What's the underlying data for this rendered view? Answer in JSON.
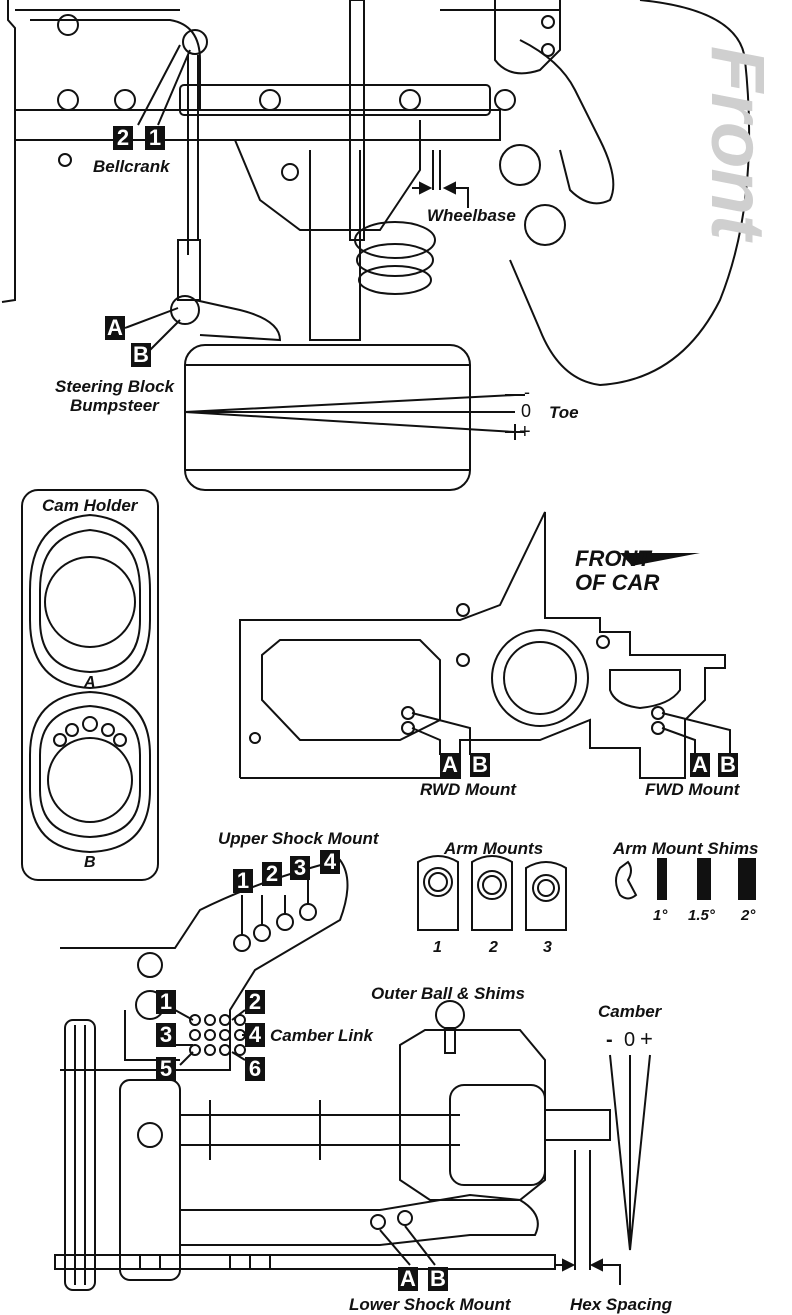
{
  "labels": {
    "front": "Front",
    "bellcrank": "Bellcrank",
    "wheelbase": "Wheelbase",
    "steering_block_bumpsteer_1": "Steering Block",
    "steering_block_bumpsteer_2": "Bumpsteer",
    "toe": "Toe",
    "toe_minus": "-",
    "toe_zero": "0",
    "toe_plus": "+",
    "cam_holder": "Cam Holder",
    "cam_a": "A",
    "cam_b": "B",
    "front_of_car_1": "FRONT",
    "front_of_car_2": "OF CAR",
    "rwd_mount": "RWD Mount",
    "fwd_mount": "FWD Mount",
    "upper_shock_mount": "Upper Shock Mount",
    "arm_mounts": "Arm Mounts",
    "arm_mount_shims": "Arm Mount Shims",
    "camber_link": "Camber Link",
    "outer_ball_shims": "Outer Ball & Shims",
    "camber": "Camber",
    "camber_minus": "-",
    "camber_zero": "0",
    "camber_plus": "+",
    "lower_shock_mount": "Lower Shock Mount",
    "hex_spacing": "Hex Spacing"
  },
  "boxes": {
    "bellcrank_2": "2",
    "bellcrank_1": "1",
    "steer_a": "A",
    "steer_b": "B",
    "rwd_a": "A",
    "rwd_b": "B",
    "fwd_a": "A",
    "fwd_b": "B",
    "usm_1": "1",
    "usm_2": "2",
    "usm_3": "3",
    "usm_4": "4",
    "cl_1": "1",
    "cl_2": "2",
    "cl_3": "3",
    "cl_4": "4",
    "cl_5": "5",
    "cl_6": "6",
    "lsm_a": "A",
    "lsm_b": "B"
  },
  "arm_mounts": [
    "1",
    "2",
    "3"
  ],
  "arm_shims": [
    "1°",
    "1.5°",
    "2°"
  ]
}
